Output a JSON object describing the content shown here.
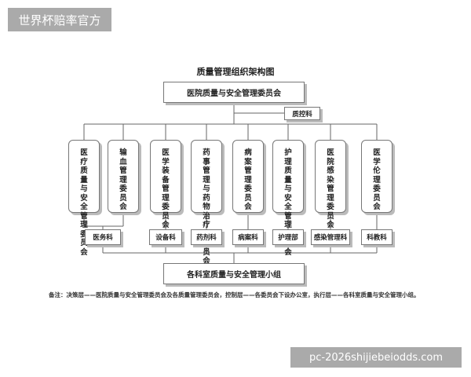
{
  "diagram": {
    "title": "质量管理组织架构图",
    "top_committee": "医院质量与安全管理委员会",
    "control_office": "质控科",
    "committees": [
      "医疗质量与安全管理委员会",
      "输血管理委员会",
      "医学装备管理委员会",
      "药事管理与药物治疗学委员会",
      "病案管理委员会",
      "护理质量与安全管理委员会",
      "医院感染管理委员会",
      "医学伦理委员会"
    ],
    "departments": [
      "医务科",
      "设备科",
      "药剂科",
      "病案科",
      "护理部",
      "感染管理科",
      "科教科"
    ],
    "bottom_group": "各科室质量与安全管理小组",
    "note": "备注：决策层——医院质量与安全管理委员会及各质量管理委员会，控制层——各委员会下设办公室，执行层——各科室质量与安全管理小组。"
  },
  "watermarks": {
    "top_left": "世界杯赔率官方",
    "bottom_right": "pc-2026shijiebeiodds.com"
  }
}
